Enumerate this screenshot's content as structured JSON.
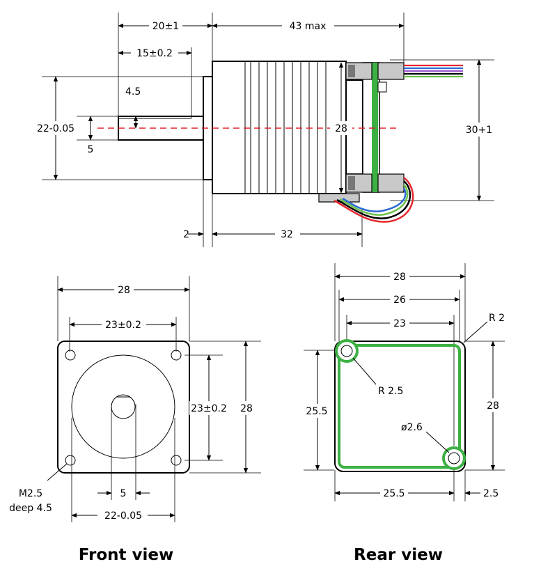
{
  "colors": {
    "outline": "#000000",
    "pcb_green": "#3cb043",
    "center_line_red": "#e0202c",
    "connector_gray": "#c8c8c8",
    "wire_red": "#e8262e",
    "wire_blue": "#2b6ad6",
    "wire_green": "#6cc24a",
    "wire_black": "#000000"
  },
  "side_view": {
    "dim_shaft_length": "20±1",
    "dim_total_length": "43 max",
    "dim_shaft_visible": "15±0.2",
    "dim_flat_depth": "4.5",
    "dim_pilot_dia": "22-0.05",
    "dim_shaft_dia": "5",
    "dim_body_height": "28",
    "dim_pcb_height": "30+1",
    "dim_flange": "2",
    "dim_body_length": "32"
  },
  "front_view": {
    "title": "Front view",
    "dim_width": "28",
    "dim_hole_spacing_h": "23±0.2",
    "dim_hole_spacing_v": "23±0.2",
    "dim_height": "28",
    "dim_shaft": "5",
    "dim_pilot": "22-0.05",
    "note_thread_line1": "M2.5",
    "note_thread_line2": "deep 4.5"
  },
  "rear_view": {
    "title": "Rear view",
    "dim_outer_width": "28",
    "dim_pcb_width": "26",
    "dim_hole_spacing": "23",
    "dim_corner_radius": "R 2",
    "dim_pad_radius": "R 2.5",
    "dim_hole_dia": "ø2.6",
    "dim_left_height": "25.5",
    "dim_right_height": "28",
    "dim_bottom_width": "25.5",
    "dim_offset": "2.5"
  }
}
